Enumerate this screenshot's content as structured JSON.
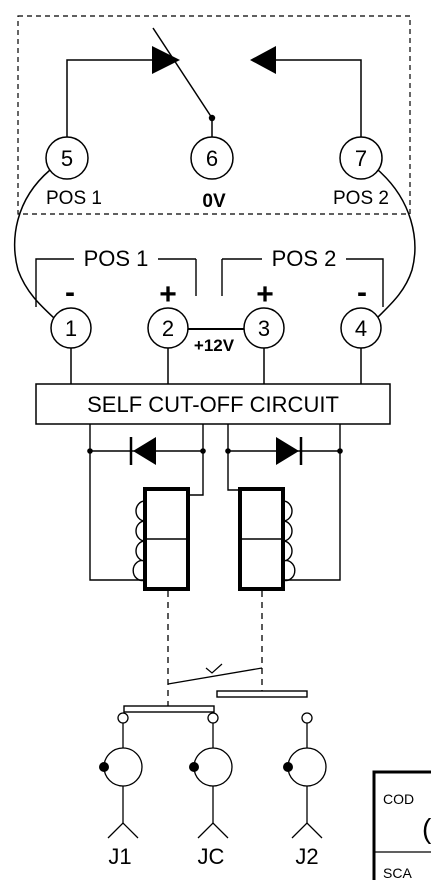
{
  "terminals": {
    "t5": "5",
    "t6": "6",
    "t7": "7",
    "t1": "1",
    "t2": "2",
    "t3": "3",
    "t4": "4"
  },
  "labels": {
    "pos1_top": "POS 1",
    "zero_v": "0V",
    "pos2_top": "POS 2",
    "pos1_group": "POS 1",
    "pos2_group": "POS 2",
    "minus_left": "-",
    "plus_left": "+",
    "plus_right": "+",
    "minus_right": "-",
    "supply": "+12V",
    "circuit_box": "SELF CUT-OFF CIRCUIT",
    "j1": "J1",
    "jc": "JC",
    "j2": "J2",
    "cod_partial": "COD",
    "cod_value_partial": "(",
    "sca_partial": "SCA"
  }
}
